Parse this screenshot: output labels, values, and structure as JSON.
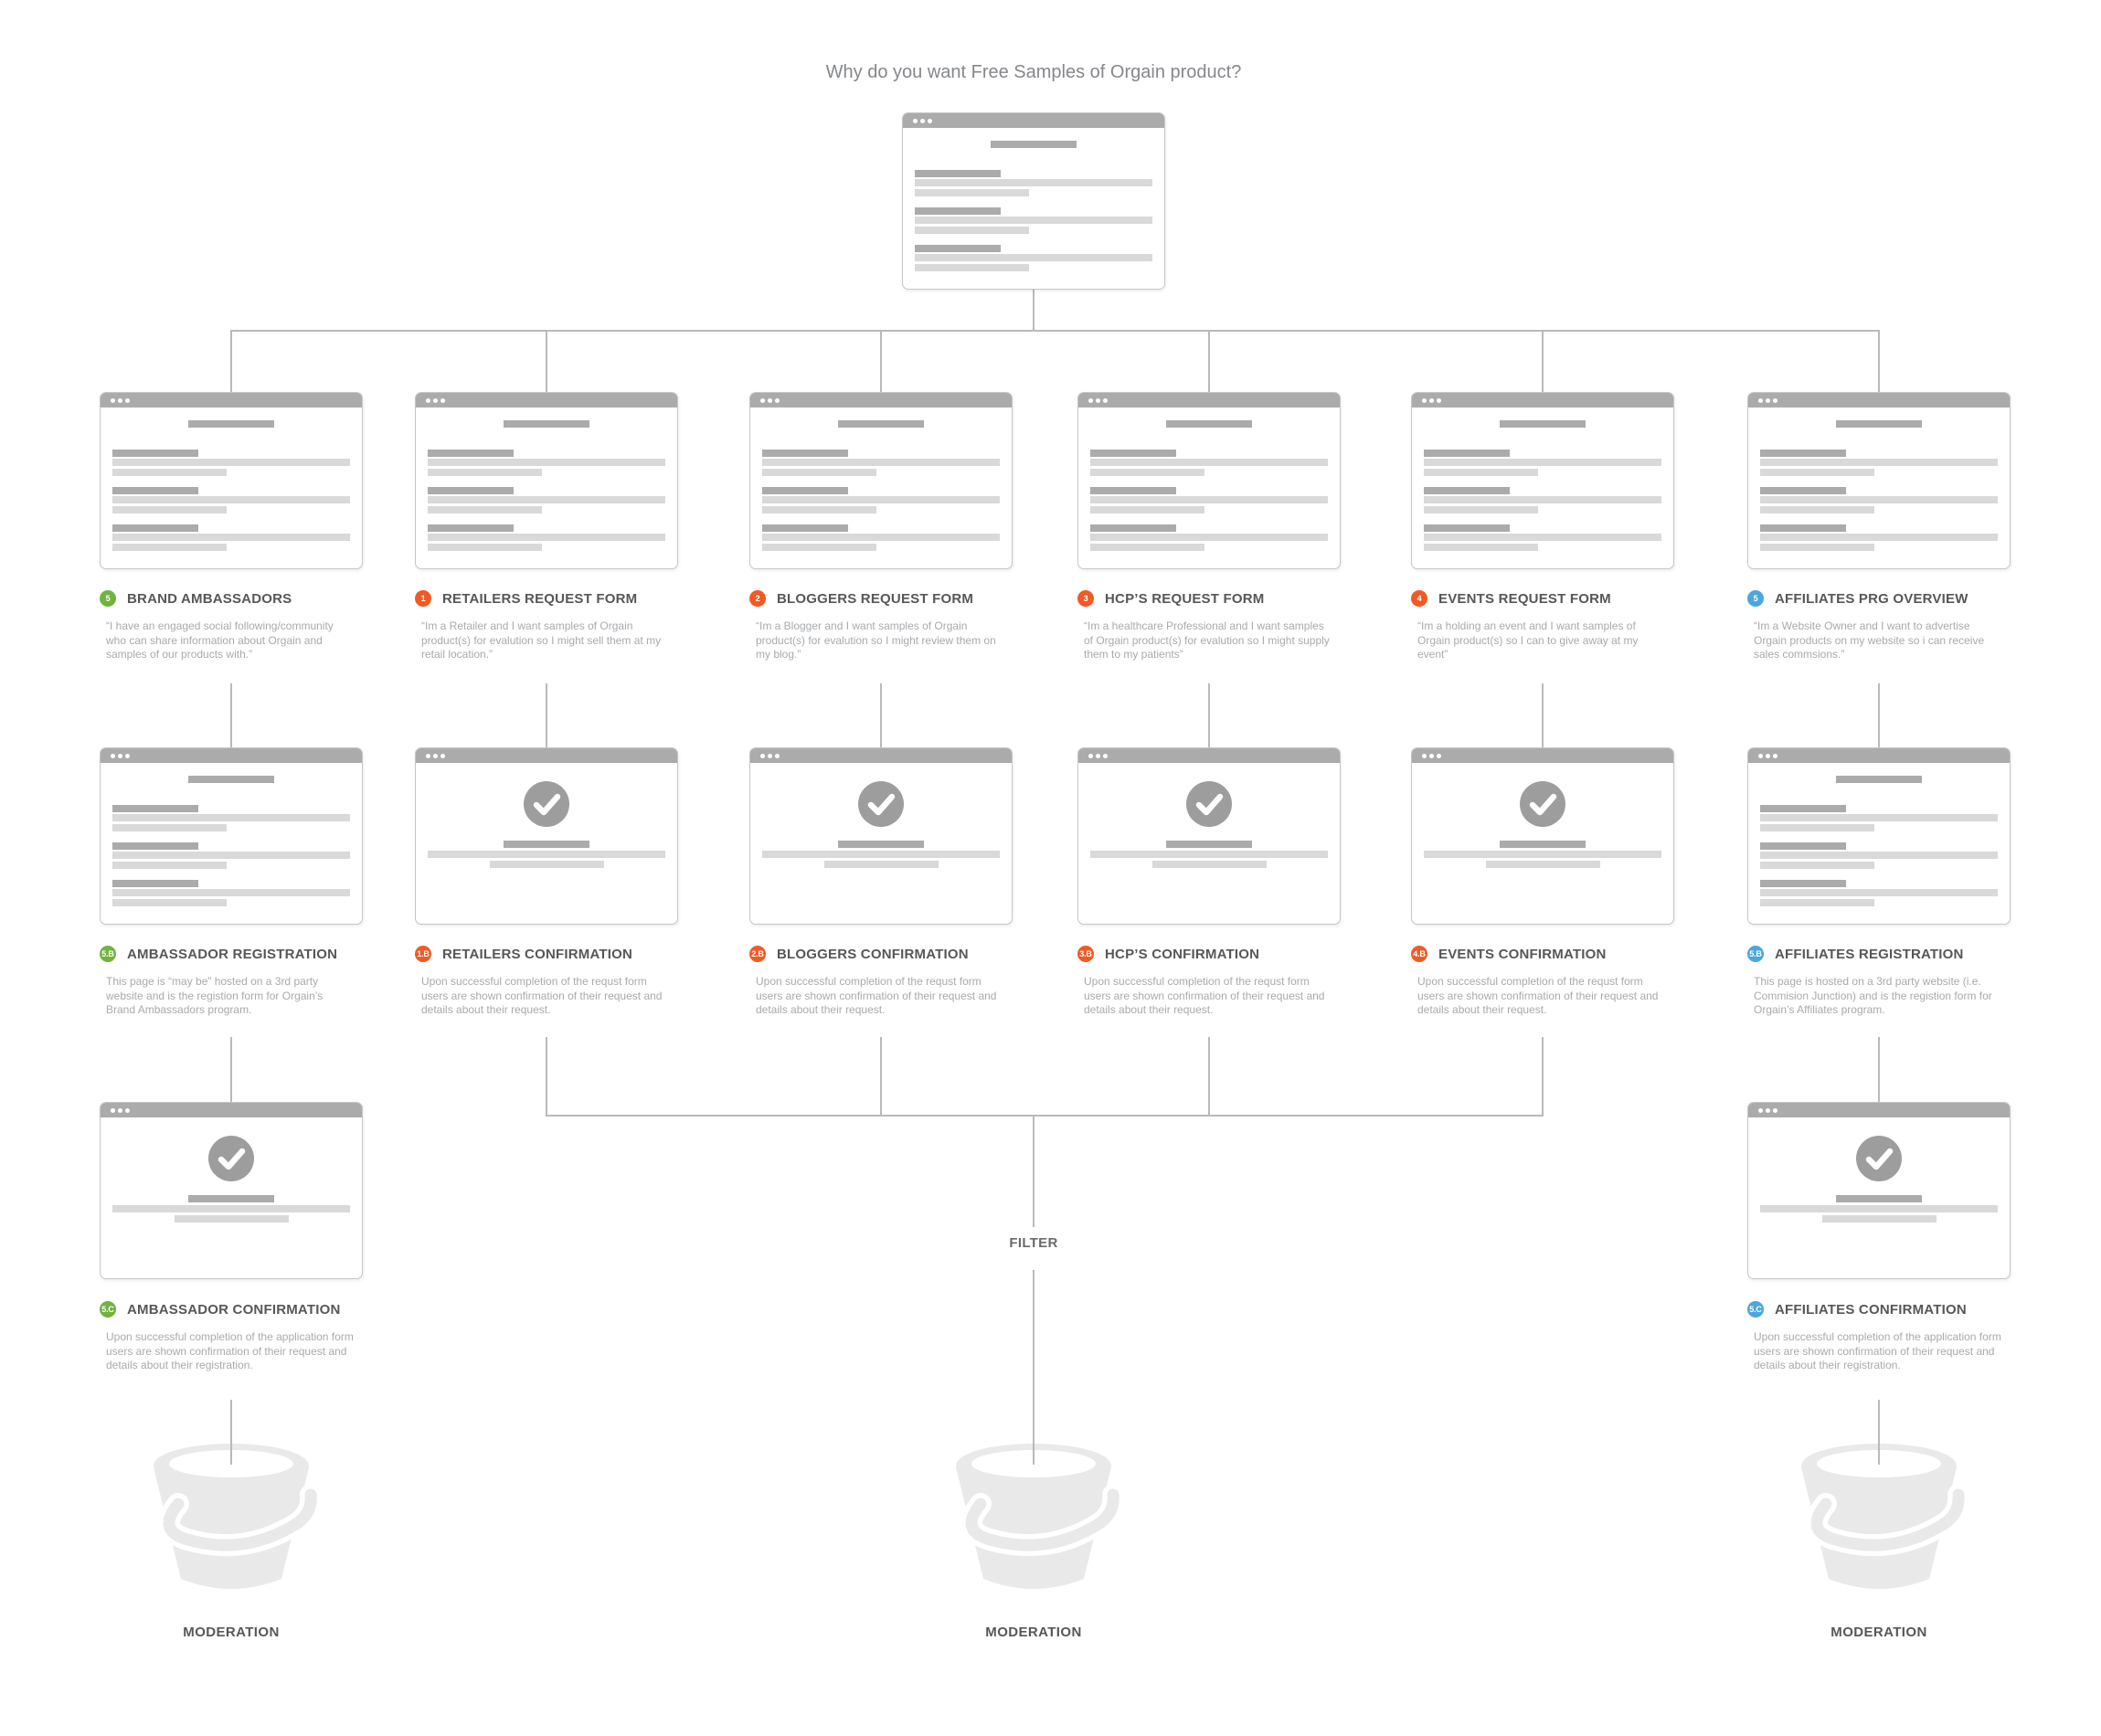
{
  "header": {
    "question": "Why do you want Free Samples of Orgain product?"
  },
  "filter": {
    "label": "FILTER"
  },
  "moderation": [
    {
      "label": "MODERATION"
    },
    {
      "label": "MODERATION"
    },
    {
      "label": "MODERATION"
    }
  ],
  "colors": {
    "badge_green": "#72B340",
    "badge_orange": "#F15A24",
    "badge_blue": "#4BA7DE",
    "wireframe_gray": "#ABABAB",
    "skeleton_light": "#D9D9D9",
    "connector_gray": "#BABABA"
  },
  "columns": [
    {
      "top": {
        "badge": "5",
        "color": "green",
        "title": "BRAND AMBASSADORS",
        "desc": "“I have an engaged social following/community who can share information about Orgain and samples of our products with.”"
      },
      "mid": {
        "badge": "5.B",
        "color": "green",
        "title": "AMBASSADOR REGISTRATION",
        "desc": "This page is “may be” hosted on a 3rd party website and is the registion form for Orgain’s Brand Ambassadors program."
      },
      "bottom": {
        "badge": "5.C",
        "color": "green",
        "title": "AMBASSADOR CONFIRMATION",
        "desc": "Upon successful completion of the application form users are shown confirmation of their request and details about their registration."
      }
    },
    {
      "top": {
        "badge": "1",
        "color": "orange",
        "title": "RETAILERS REQUEST FORM",
        "desc": "“Im a Retailer and I want samples of Orgain product(s) for evalution  so I might sell them at my retail location.”"
      },
      "mid": {
        "badge": "1.B",
        "color": "orange",
        "title": "RETAILERS CONFIRMATION",
        "desc": "Upon successful completion of the requst form users are shown confirmation of their request and details about their request."
      }
    },
    {
      "top": {
        "badge": "2",
        "color": "orange",
        "title": "BLOGGERS REQUEST FORM",
        "desc": "“Im a Blogger and I want samples of Orgain product(s) for evalution so I might review them on my blog.”"
      },
      "mid": {
        "badge": "2.B",
        "color": "orange",
        "title": "BLOGGERS CONFIRMATION",
        "desc": "Upon successful completion of the requst form users are shown confirmation of their request and details about their request."
      }
    },
    {
      "top": {
        "badge": "3",
        "color": "orange",
        "title": "HCP’S REQUEST FORM",
        "desc": "“Im a healthcare Professional and I want samples of Orgain product(s) for evalution so I might supply them to my patients”"
      },
      "mid": {
        "badge": "3.B",
        "color": "orange",
        "title": "HCP’S CONFIRMATION",
        "desc": "Upon successful completion of the requst form users are shown confirmation of their request and details about their request."
      }
    },
    {
      "top": {
        "badge": "4",
        "color": "orange",
        "title": "EVENTS REQUEST FORM",
        "desc": "“Im a holding an event and I want samples of Orgain product(s) so I can to give away at my event”"
      },
      "mid": {
        "badge": "4.B",
        "color": "orange",
        "title": "EVENTS CONFIRMATION",
        "desc": "Upon successful completion of the requst form users are shown confirmation of their request and details about their request."
      }
    },
    {
      "top": {
        "badge": "5",
        "color": "blue",
        "title": "AFFILIATES PRG OVERVIEW",
        "desc": "“Im a Website Owner and I want to advertise Orgain products on my website so i can receive sales commsions.”"
      },
      "mid": {
        "badge": "5.B",
        "color": "blue",
        "title": "AFFILIATES REGISTRATION",
        "desc": "This page is hosted on a 3rd party website (i.e. Commision Junction) and is the registion form for Orgain’s Affiliates program."
      },
      "bottom": {
        "badge": "5.C",
        "color": "blue",
        "title": "AFFILIATES CONFIRMATION",
        "desc": "Upon successful completion of the application form users are shown confirmation of their request and details about their registration."
      }
    }
  ]
}
